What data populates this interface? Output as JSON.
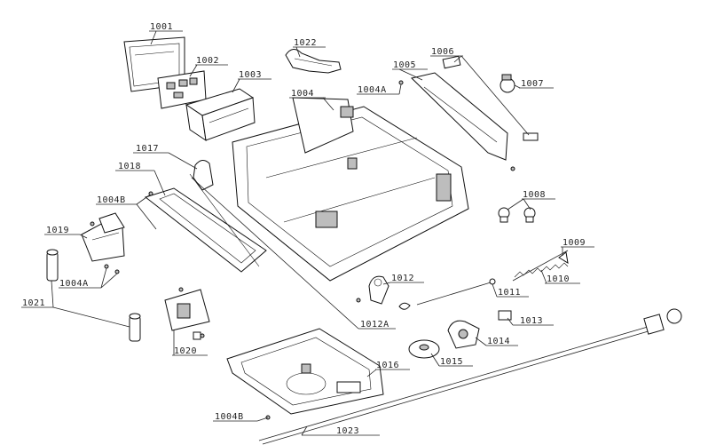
{
  "labels": {
    "l1001": "1001",
    "l1002": "1002",
    "l1003": "1003",
    "l1004": "1004",
    "l1004a_top": "1004A",
    "l1004a_left": "1004A",
    "l1004b_left": "1004B",
    "l1004b_bottom": "1004B",
    "l1005": "1005",
    "l1006": "1006",
    "l1007": "1007",
    "l1008": "1008",
    "l1009": "1009",
    "l1010": "1010",
    "l1011": "1011",
    "l1012": "1012",
    "l1012a": "1012A",
    "l1013": "1013",
    "l1014": "1014",
    "l1015": "1015",
    "l1016": "1016",
    "l1017": "1017",
    "l1018": "1018",
    "l1019": "1019",
    "l1020": "1020",
    "l1021": "1021",
    "l1022": "1022",
    "l1023": "1023"
  },
  "colors": {
    "line": "#222222",
    "part_fill": "#ffffff",
    "shade": "#bdbdbd"
  }
}
